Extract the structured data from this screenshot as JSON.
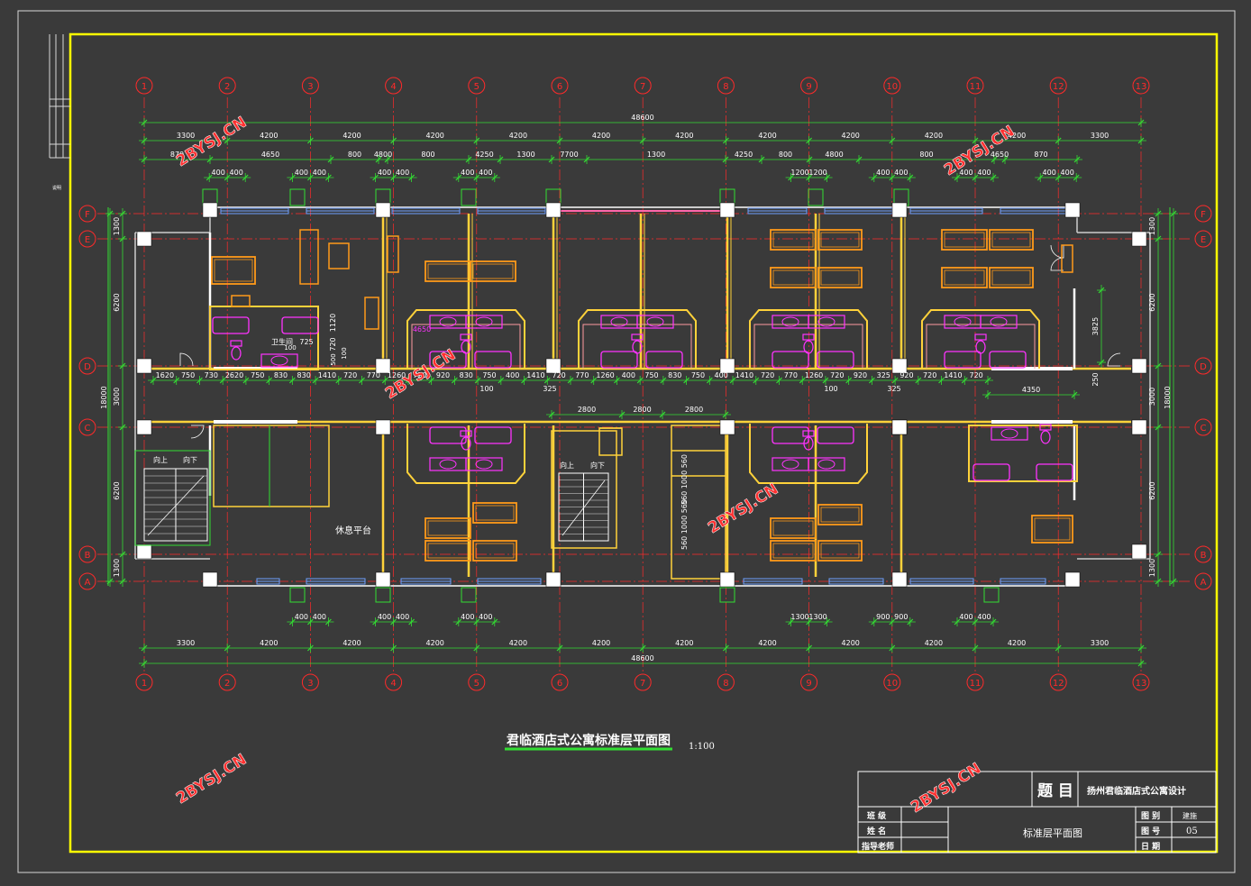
{
  "colors": {
    "background": "#3a3a3a",
    "frame_outer": "#d8d8d8",
    "frame_inner": "#ffff00",
    "axis": "#ff2a2a",
    "dimension": "#33dd33",
    "wall": "#ffd23a",
    "furniture": "#ff9a1a",
    "sanitary": "#ff33ff",
    "window": "#6fa0ff",
    "column": "#ffffff",
    "watermark": "#ff3030",
    "text": "#ffffff"
  },
  "grid": {
    "columns": [
      "1",
      "2",
      "3",
      "4",
      "5",
      "6",
      "7",
      "8",
      "9",
      "10",
      "11",
      "12",
      "13"
    ],
    "rows": [
      "F",
      "E",
      "D",
      "C",
      "B",
      "A"
    ]
  },
  "dimensions": {
    "top_total": "48600",
    "top_bays": [
      "3300",
      "4200",
      "4200",
      "4200",
      "4200",
      "4200",
      "4200",
      "4200",
      "4200",
      "4200",
      "4200",
      "3300"
    ],
    "top_mid": [
      "870",
      "4650",
      "800",
      "4800",
      "800",
      "4250",
      "1300",
      "7700",
      "1300",
      "4250",
      "800",
      "4800",
      "800",
      "4650",
      "870"
    ],
    "top_small": [
      "400",
      "400",
      "400",
      "400",
      "400",
      "400",
      "400",
      "400",
      "1200",
      "1200",
      "400",
      "400",
      "400",
      "400",
      "400",
      "400",
      "400",
      "400"
    ],
    "bottom_small": [
      "400",
      "400",
      "400",
      "400",
      "400",
      "400",
      "1300",
      "1300",
      "900",
      "900",
      "400",
      "400",
      "400",
      "400",
      "400",
      "400"
    ],
    "bottom_bays": [
      "3300",
      "4200",
      "4200",
      "4200",
      "4200",
      "4200",
      "4200",
      "4200",
      "4200",
      "4200",
      "4200",
      "3300"
    ],
    "bottom_total": "48600",
    "left": [
      "1300",
      "6200",
      "3000",
      "6200",
      "1300"
    ],
    "left_total": "18000",
    "right": [
      "1300",
      "6200",
      "3000",
      "6200",
      "1300"
    ],
    "right_total": "18000",
    "corridor": [
      "1620",
      "750",
      "730",
      "2620",
      "750",
      "830",
      "830",
      "1410",
      "720",
      "770",
      "1260",
      "720",
      "920",
      "830",
      "750",
      "400",
      "1410",
      "720",
      "770",
      "1260",
      "400",
      "750",
      "830",
      "750",
      "400",
      "1410",
      "720",
      "770",
      "1260",
      "720",
      "920",
      "325",
      "920",
      "720",
      "1410",
      "720"
    ],
    "corridor_sub": [
      "100",
      "325",
      "100",
      "325"
    ],
    "inner": [
      "2800",
      "2800",
      "2800",
      "4350",
      "3825",
      "250",
      "1120",
      "720",
      "725",
      "100",
      "500",
      "100",
      "4650"
    ]
  },
  "labels": {
    "room_bath": "卫生间",
    "stair_up_1": "向上",
    "stair_down_1": "向下",
    "stair_up_2": "向上",
    "stair_down_2": "向下",
    "lounge": "休息平台",
    "elevator_dims": "560 1000 560",
    "elevator_dims_2": "560 1000 560",
    "vertical_small": "说明"
  },
  "title": {
    "main": "君临酒店式公寓标准层平面图",
    "scale": "1:100"
  },
  "titleblock": {
    "subject_label": "题 目",
    "subject_value": "扬州君临酒店式公寓设计",
    "class_label": "班 级",
    "name_label": "姓 名",
    "advisor_label": "指导老师",
    "drawing_name": "标准层平面图",
    "category_label": "图 别",
    "category_value": "建施",
    "number_label": "图 号",
    "number_value": "05",
    "date_label": "日 期"
  },
  "watermark": "2BYSJ.CN"
}
